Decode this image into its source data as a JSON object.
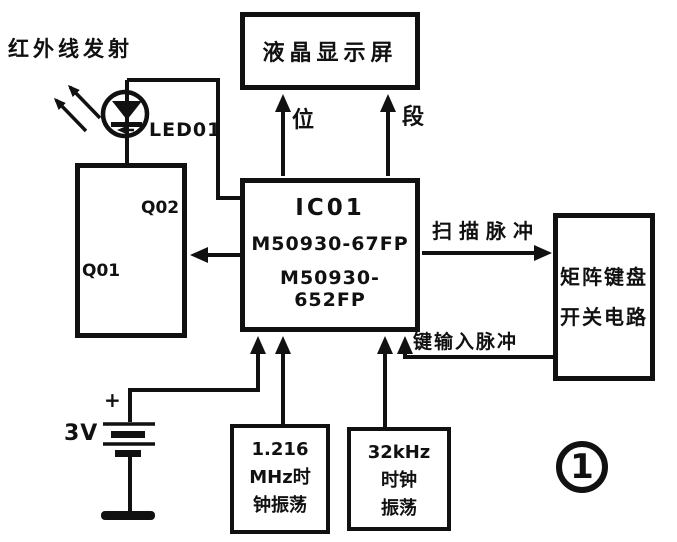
{
  "figure": {
    "number": "1"
  },
  "labels": {
    "infrared_title": "红外线发射",
    "led": "LED01",
    "q01": "Q01",
    "q02": "Q02",
    "battery_plus": "+",
    "battery_voltage": "3V",
    "digit": "位",
    "segment": "段",
    "scan_pulse": "扫描脉冲",
    "key_input_pulse": "键输入脉冲"
  },
  "boxes": {
    "lcd": {
      "title": "液晶显示屏"
    },
    "ic": {
      "name": "IC01",
      "part1": "M50930-67FP",
      "part2": "M50930-652FP"
    },
    "keyboard": {
      "line1": "矩阵键盘",
      "line2": "开关电路"
    },
    "osc_main": {
      "line1": "1.216",
      "line2": "MHz时",
      "line3": "钟振荡"
    },
    "osc_sub": {
      "line1": "32kHz",
      "line2": "时钟",
      "line3": "振荡"
    }
  },
  "colors": {
    "ink": "#111111",
    "paper": "#ffffff"
  }
}
